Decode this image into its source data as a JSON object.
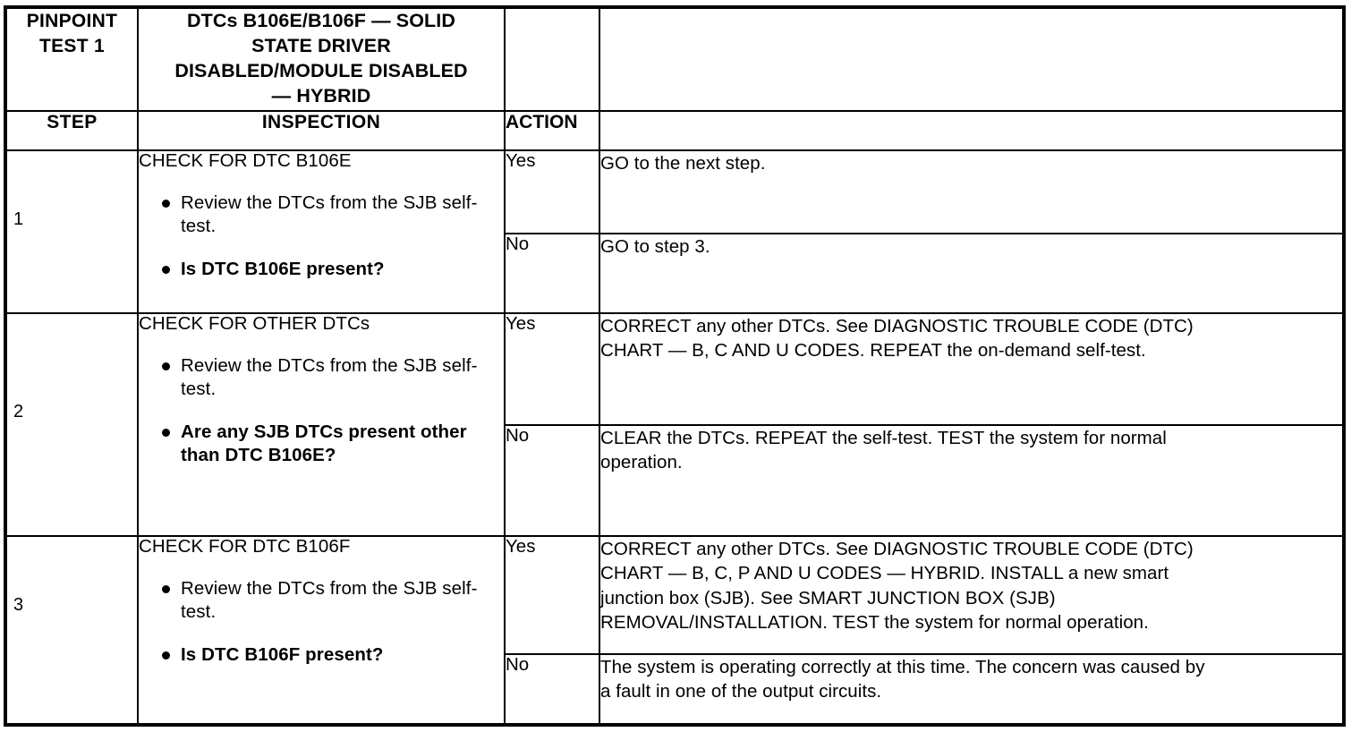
{
  "document": {
    "type": "pinpoint-test-table",
    "header": {
      "pinpoint_label_line1": "PINPOINT",
      "pinpoint_label_line2": "TEST 1",
      "title_line1": "DTCs B106E/B106F — SOLID",
      "title_line2": "STATE DRIVER",
      "title_line3": "DISABLED/MODULE DISABLED",
      "title_line4": "— HYBRID"
    },
    "column_headers": {
      "step": "STEP",
      "inspection": "INSPECTION",
      "action": "ACTION",
      "result": ""
    },
    "steps": [
      {
        "number": "1",
        "inspection_title": "CHECK FOR DTC B106E",
        "bullets": [
          {
            "text": "Review the DTCs from the SJB self-test.",
            "bold": false
          },
          {
            "text": "Is DTC B106E present?",
            "bold": true
          }
        ],
        "outcomes": [
          {
            "action": "Yes",
            "result_lines": [
              "GO to the next step."
            ]
          },
          {
            "action": "No",
            "result_lines": [
              "GO to step 3."
            ]
          }
        ]
      },
      {
        "number": "2",
        "inspection_title": "CHECK FOR OTHER DTCs",
        "bullets": [
          {
            "text": "Review the DTCs from the SJB self-test.",
            "bold": false
          },
          {
            "text": "Are any SJB DTCs present other than DTC B106E?",
            "bold": true
          }
        ],
        "outcomes": [
          {
            "action": "Yes",
            "result_lines": [
              "CORRECT any other DTCs. See DIAGNOSTIC TROUBLE CODE (DTC)",
              "CHART — B, C AND U CODES. REPEAT the on-demand self-test."
            ]
          },
          {
            "action": "No",
            "result_lines": [
              "CLEAR the DTCs. REPEAT the self-test. TEST the system for normal",
              "operation."
            ]
          }
        ]
      },
      {
        "number": "3",
        "inspection_title": "CHECK FOR DTC B106F",
        "bullets": [
          {
            "text": "Review the DTCs from the SJB self-test.",
            "bold": false
          },
          {
            "text": "Is DTC B106F present?",
            "bold": true
          }
        ],
        "outcomes": [
          {
            "action": "Yes",
            "result_lines": [
              "CORRECT any other DTCs. See DIAGNOSTIC TROUBLE CODE (DTC)",
              "CHART — B, C, P AND U CODES — HYBRID. INSTALL a new smart",
              "junction box (SJB). See SMART JUNCTION BOX (SJB)",
              "REMOVAL/INSTALLATION. TEST the system for normal operation."
            ]
          },
          {
            "action": "No",
            "result_lines": [
              "The system is operating correctly at this time. The concern was caused by",
              "a fault in one of the output circuits."
            ]
          }
        ]
      }
    ],
    "colors": {
      "ink": "#000000",
      "paper": "#ffffff"
    }
  }
}
